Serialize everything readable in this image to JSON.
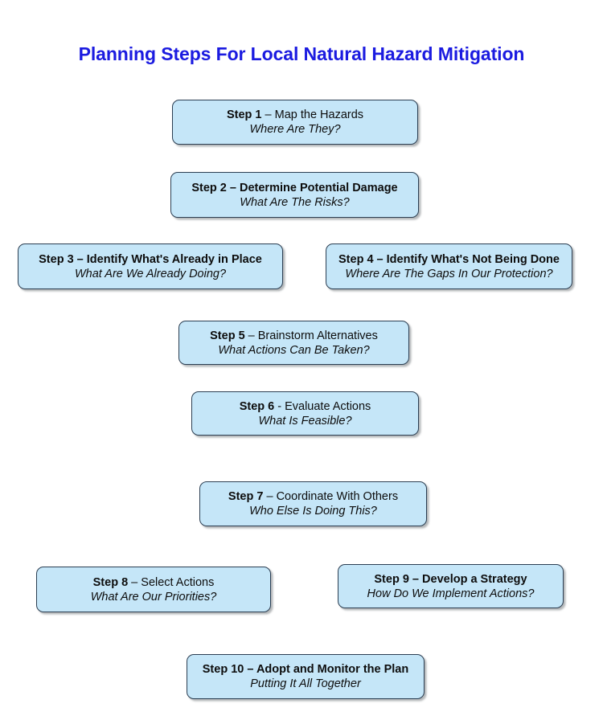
{
  "title": "Planning Steps For Local Natural Hazard Mitigation",
  "colors": {
    "title_blue": "#1b1be0",
    "box_fill": "#c5e6f8",
    "box_border": "#2b3e52",
    "text": "#0d0d0d",
    "page_background": "#ffffff"
  },
  "steps": [
    {
      "id": "step-1",
      "label": "Step 1",
      "separator": " – ",
      "action": "Map the Hazards",
      "line1": "Step 1 – Map the Hazards",
      "question": "Where Are They?"
    },
    {
      "id": "step-2",
      "label": "Step 2",
      "separator": " – ",
      "action": "Determine Potential Damage",
      "line1": "Step 2 – Determine Potential Damage",
      "question": "What Are The Risks?"
    },
    {
      "id": "step-3",
      "label": "Step 3",
      "separator": " – ",
      "action": "Identify What's Already in Place",
      "line1": "Step 3 – Identify What's Already in Place",
      "question": "What Are We Already Doing?"
    },
    {
      "id": "step-4",
      "label": "Step 4",
      "separator": " – ",
      "action": "Identify What's Not Being Done",
      "line1": "Step 4 – Identify What's Not Being Done",
      "question": "Where Are The Gaps In Our Protection?"
    },
    {
      "id": "step-5",
      "label": "Step 5",
      "separator": " – ",
      "action": "Brainstorm Alternatives",
      "line1": "Step 5 – Brainstorm Alternatives",
      "question": "What Actions Can Be Taken?"
    },
    {
      "id": "step-6",
      "label": "Step 6",
      "separator": " -  ",
      "action": "Evaluate Actions",
      "line1": "Step 6 -  Evaluate Actions",
      "question": "What Is Feasible?"
    },
    {
      "id": "step-7",
      "label": "Step 7",
      "separator": " – ",
      "action": "Coordinate With Others",
      "line1": "Step 7 – Coordinate With Others",
      "question": "Who Else Is Doing This?"
    },
    {
      "id": "step-8",
      "label": "Step 8",
      "separator": " – ",
      "action": "Select Actions",
      "line1": "Step 8 – Select Actions",
      "question": "What Are Our Priorities?"
    },
    {
      "id": "step-9",
      "label": "Step 9",
      "separator": " – ",
      "action": "Develop a Strategy",
      "line1": "Step 9 – Develop a Strategy",
      "question": "How Do We Implement Actions?"
    },
    {
      "id": "step-10",
      "label": "Step 10",
      "separator": " – ",
      "action": "Adopt and Monitor the Plan",
      "line1": "Step 10 – Adopt and Monitor the Plan",
      "question": "Putting It All Together"
    }
  ]
}
